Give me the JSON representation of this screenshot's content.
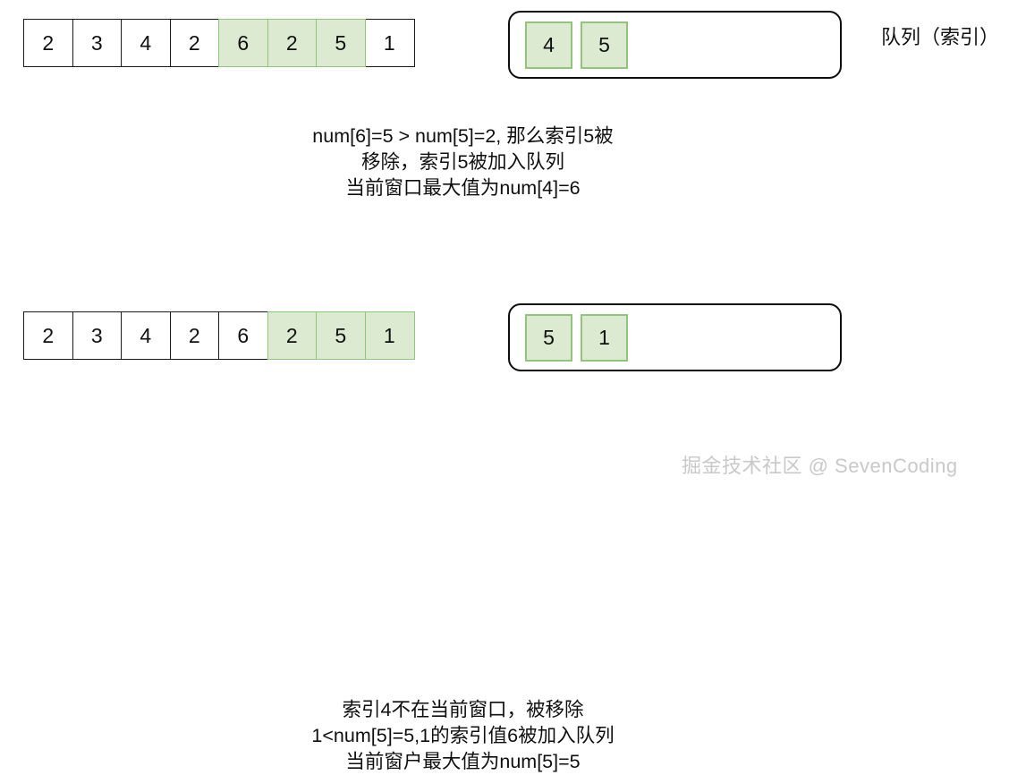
{
  "diagram": {
    "title": "sliding-window-maximum-monotonic-deque",
    "colors": {
      "cell_border": "#1a1a1a",
      "highlight_fill": "#dcead1",
      "highlight_border": "#93c47d",
      "queue_border": "#0d0d0d",
      "text": "#111111",
      "watermark": "#c9c9c9"
    }
  },
  "stages": [
    {
      "array": {
        "label": "array-row-1",
        "cells": [
          {
            "value": "2",
            "highlighted": false
          },
          {
            "value": "3",
            "highlighted": false
          },
          {
            "value": "4",
            "highlighted": false
          },
          {
            "value": "2",
            "highlighted": false
          },
          {
            "value": "6",
            "highlighted": true
          },
          {
            "value": "2",
            "highlighted": true
          },
          {
            "value": "5",
            "highlighted": true
          },
          {
            "value": "1",
            "highlighted": false
          }
        ]
      },
      "queue": {
        "label": "queue-1",
        "cells": [
          {
            "value": "4"
          },
          {
            "value": "5"
          }
        ]
      },
      "caption": [
        "num[6]=5  > num[5]=2, 那么索引5被",
        "移除，索引5被加入队列",
        "当前窗口最大值为num[4]=6"
      ]
    },
    {
      "array": {
        "label": "array-row-2",
        "cells": [
          {
            "value": "2",
            "highlighted": false
          },
          {
            "value": "3",
            "highlighted": false
          },
          {
            "value": "4",
            "highlighted": false
          },
          {
            "value": "2",
            "highlighted": false
          },
          {
            "value": "6",
            "highlighted": false
          },
          {
            "value": "2",
            "highlighted": true
          },
          {
            "value": "5",
            "highlighted": true
          },
          {
            "value": "1",
            "highlighted": true
          }
        ]
      },
      "queue": {
        "label": "queue-2",
        "cells": [
          {
            "value": "5"
          },
          {
            "value": "1"
          }
        ]
      },
      "caption": [
        "索引4不在当前窗口，被移除",
        "1<num[5]=5,1的索引值6被加入队列",
        "当前窗户最大值为num[5]=5"
      ]
    }
  ],
  "queue_label": "队列（索引）",
  "watermark": "掘金技术社区 @ SevenCoding"
}
